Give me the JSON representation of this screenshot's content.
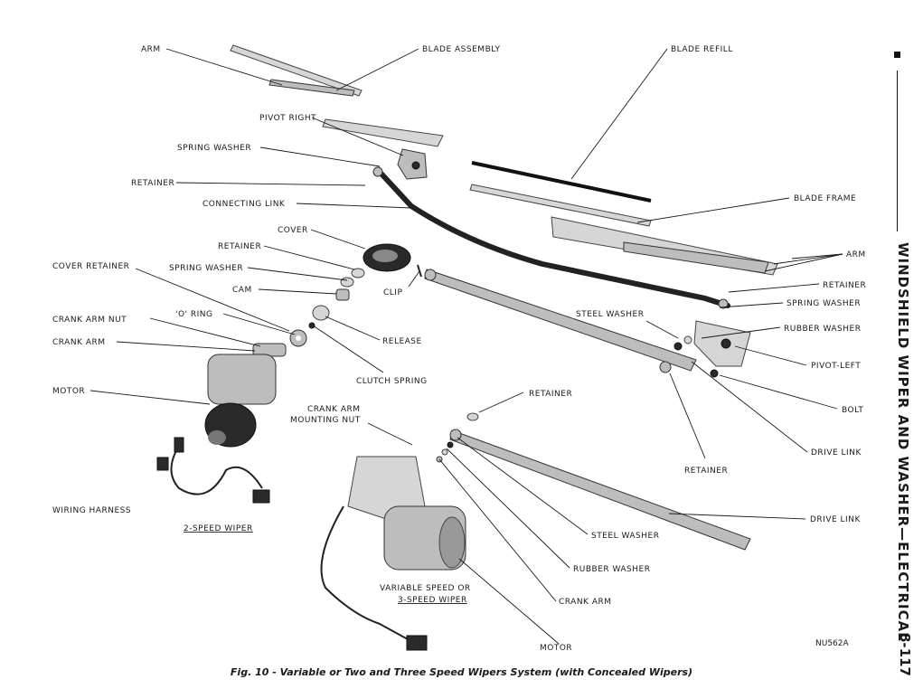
{
  "labels": {
    "arm_top": "ARM",
    "blade_assembly": "BLADE  ASSEMBLY",
    "blade_refill": "BLADE  REFILL",
    "pivot_right": "PIVOT RIGHT",
    "spring_washer_top": "SPRING  WASHER",
    "retainer_top": "RETAINER",
    "connecting_link": "CONNECTING LINK",
    "blade_frame": "BLADE FRAME",
    "cover": "COVER",
    "retainer_mid": "RETAINER",
    "spring_washer_mid": "SPRING WASHER",
    "cover_retainer": "COVER RETAINER",
    "cam": "CAM",
    "clip": "CLIP",
    "arm_right": "ARM",
    "retainer_right": "RETAINER",
    "spring_washer_right": "SPRING WASHER",
    "o_ring": "'O' RING",
    "crank_arm_nut": "CRANK ARM  NUT",
    "steel_washer_top": "STEEL WASHER",
    "rubber_washer_right": "RUBBER WASHER",
    "release": "RELEASE",
    "crank_arm_left": "CRANK ARM",
    "pivot_left": "PIVOT-LEFT",
    "clutch_spring": "CLUTCH SPRING",
    "motor_left": "MOTOR",
    "retainer_lower": "RETAINER",
    "bolt": "BOLT",
    "crank_arm_mounting_nut_1": "CRANK ARM",
    "crank_arm_mounting_nut_2": "MOUNTING NUT",
    "drive_link_upper": "DRIVE LINK",
    "retainer_bottom_right": "RETAINER",
    "wiring_harness": "WIRING HARNESS",
    "two_speed_wiper": "2-SPEED WIPER",
    "drive_link_lower": "DRIVE LINK",
    "steel_washer_lower": "STEEL WASHER",
    "rubber_washer_lower": "RUBBER WASHER",
    "variable_speed_1": "VARIABLE SPEED OR",
    "variable_speed_2": "3-SPEED WIPER",
    "crank_arm_lower": "CRANK ARM",
    "motor_bottom": "MOTOR"
  },
  "figure_code": "NU562A",
  "caption": "Fig. 10 - Variable or Two and Three Speed Wipers System (with Concealed Wipers)",
  "section_title": "WINDSHIELD WIPER AND WASHER—ELECTRICAL",
  "page_number": "8-117"
}
